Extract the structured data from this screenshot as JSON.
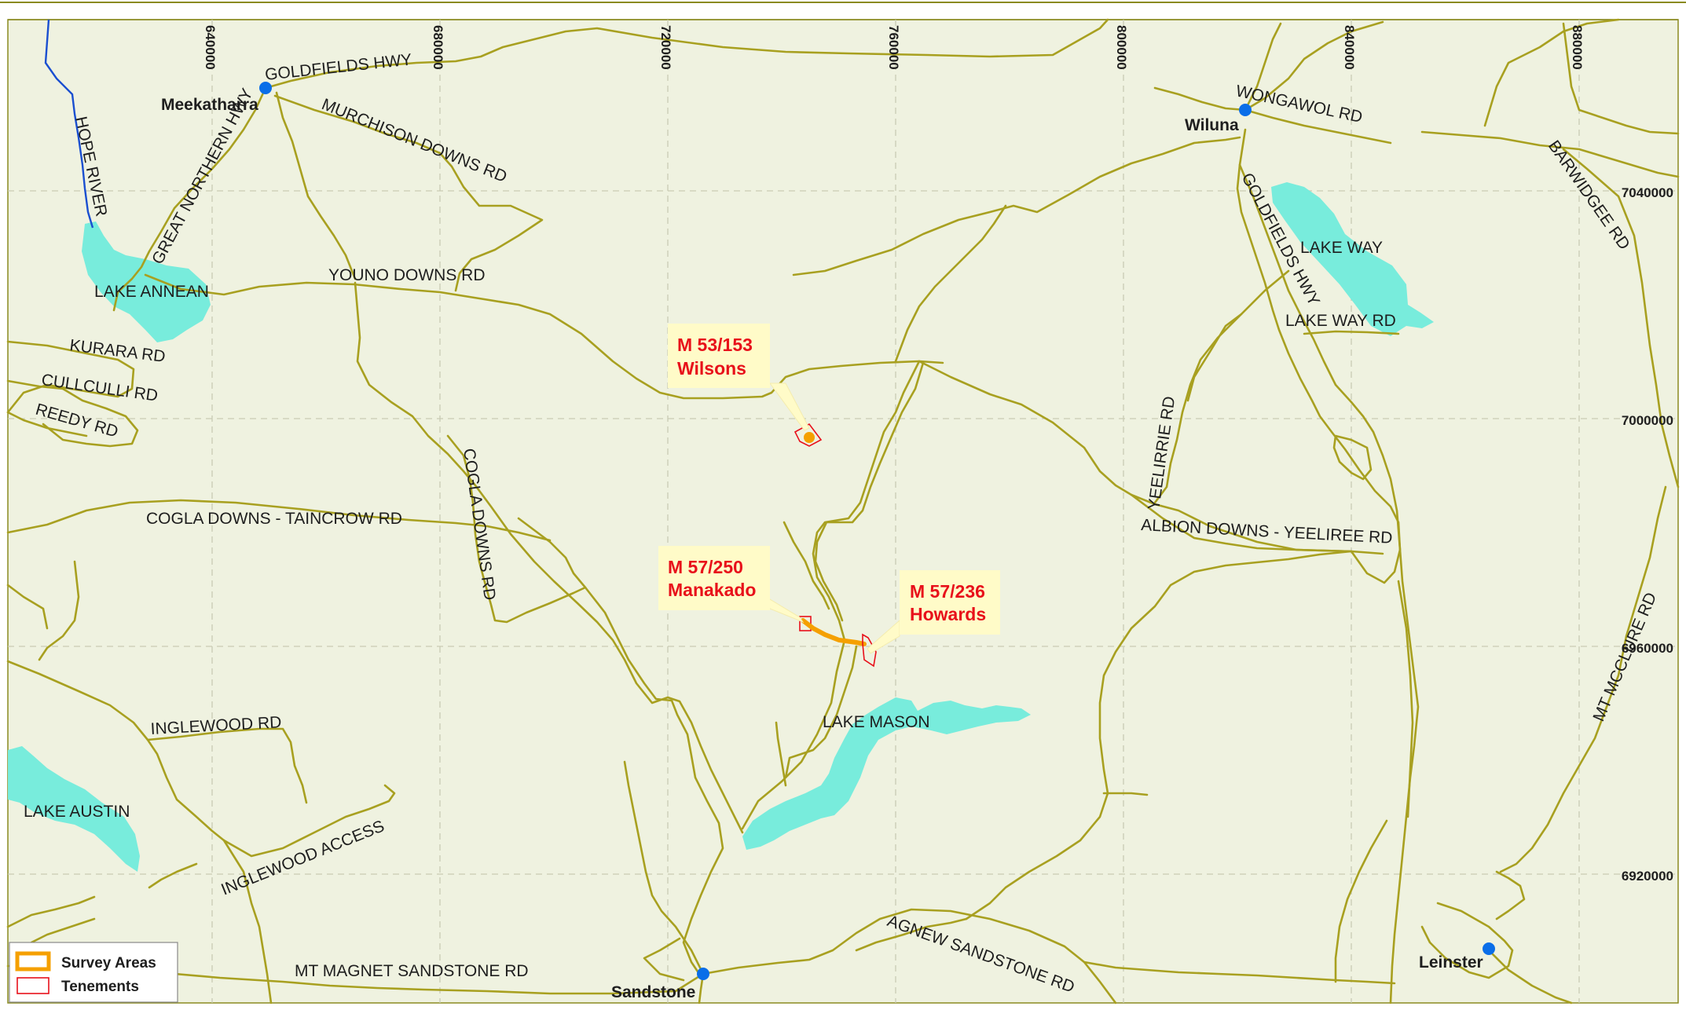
{
  "towns": [
    {
      "id": "meekatharra",
      "name": "Meekatharra"
    },
    {
      "id": "wiluna",
      "name": "Wiluna"
    },
    {
      "id": "sandstone",
      "name": "Sandstone"
    },
    {
      "id": "leinster",
      "name": "Leinster"
    }
  ],
  "lakes": [
    {
      "id": "lake-annean",
      "name": "LAKE ANNEAN"
    },
    {
      "id": "lake-way",
      "name": "LAKE WAY"
    },
    {
      "id": "lake-mason",
      "name": "LAKE MASON"
    },
    {
      "id": "lake-austin",
      "name": "LAKE AUSTIN"
    }
  ],
  "river": {
    "name": "HOPE RIVER"
  },
  "roads": [
    {
      "id": "goldfields-hwy-north",
      "name": "GOLDFIELDS HWY"
    },
    {
      "id": "murchison-downs-rd",
      "name": "MURCHISON DOWNS RD"
    },
    {
      "id": "great-northern-hwy",
      "name": "GREAT NORTHERN HWY"
    },
    {
      "id": "youno-downs-rd",
      "name": "YOUNO DOWNS RD"
    },
    {
      "id": "kurara-rd",
      "name": "KURARA RD"
    },
    {
      "id": "cullculli-rd",
      "name": "CULLCULLI RD"
    },
    {
      "id": "reedy-rd",
      "name": "REEDY RD"
    },
    {
      "id": "cogla-downs-taincrow-rd",
      "name": "COGLA DOWNS - TAINCROW RD"
    },
    {
      "id": "cogla-downs-rd",
      "name": "COGLA DOWNS RD"
    },
    {
      "id": "inglewood-rd",
      "name": "INGLEWOOD RD"
    },
    {
      "id": "inglewood-access",
      "name": "INGLEWOOD ACCESS"
    },
    {
      "id": "mt-magnet-sandstone-rd",
      "name": "MT MAGNET SANDSTONE RD"
    },
    {
      "id": "agnew-sandstone-rd",
      "name": "AGNEW SANDSTONE RD"
    },
    {
      "id": "wongawol-rd",
      "name": "WONGAWOL RD"
    },
    {
      "id": "goldfields-hwy-east",
      "name": "GOLDFIELDS HWY"
    },
    {
      "id": "lake-way-rd",
      "name": "LAKE WAY RD"
    },
    {
      "id": "barwidgee-rd",
      "name": "BARWIDGEE RD"
    },
    {
      "id": "yeelirrie-rd",
      "name": "YEELIRRIE RD"
    },
    {
      "id": "albion-downs-yeeliree-rd",
      "name": "ALBION DOWNS - YEELIREE RD"
    },
    {
      "id": "mt-mcclure-rd",
      "name": "MT MCCLURE RD"
    }
  ],
  "grid": {
    "eastings": [
      "640000",
      "680000",
      "720000",
      "760000",
      "800000",
      "840000",
      "880000"
    ],
    "northings": [
      "7040000",
      "7000000",
      "6960000",
      "6920000"
    ]
  },
  "callouts": [
    {
      "id": "wilsons",
      "code": "M 53/153",
      "name": "Wilsons"
    },
    {
      "id": "manakado",
      "code": "M 57/250",
      "name": "Manakado"
    },
    {
      "id": "howards",
      "code": "M 57/236",
      "name": "Howards"
    }
  ],
  "legend": {
    "items": [
      {
        "label": "Survey Areas",
        "color": "#f5a000"
      },
      {
        "label": "Tenements",
        "color": "#e8101a"
      }
    ]
  },
  "colors": {
    "background": "#eff2e0",
    "road": "#a8a020",
    "lake": "#78ecdc",
    "river": "#1a4fd0",
    "town": "#0a6ee8",
    "callout_text": "#e8101a",
    "callout_box": "#fffbc8"
  }
}
